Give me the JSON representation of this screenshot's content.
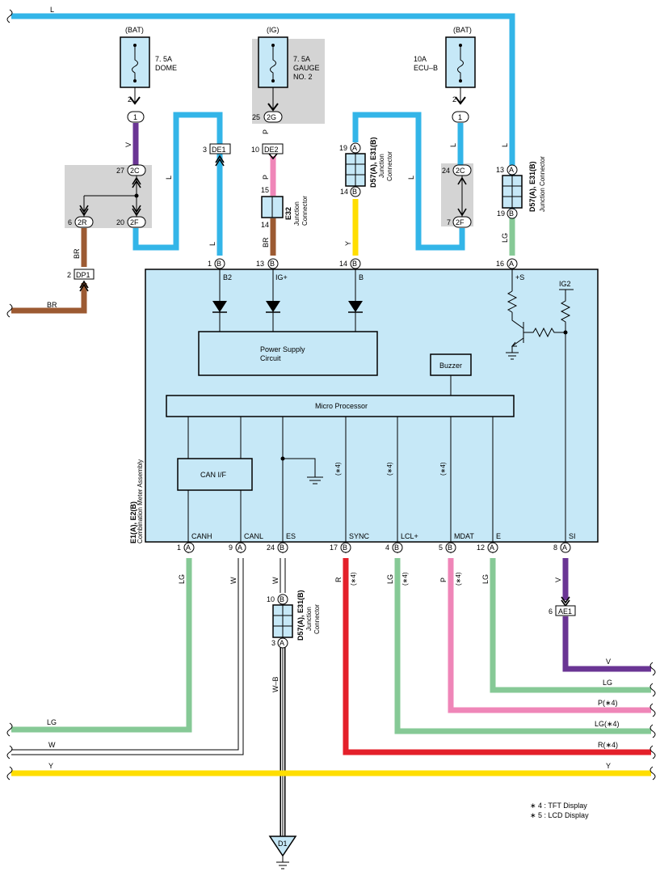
{
  "colors": {
    "L": "#33b5e8",
    "LG": "#86c996",
    "V": "#6a3594",
    "BR": "#9c5a32",
    "P": "#ef86b8",
    "Y": "#ffde00",
    "R": "#e4202a",
    "W": "#ffffff",
    "module": "#c6e8f7",
    "shade": "#d4d4d4"
  },
  "wires": {
    "top_L": "L",
    "left_BR": "BR",
    "dp1_BR": "BR",
    "v1": "V",
    "l_right_of_c": "L",
    "de1_L": "L",
    "ig_P": "P",
    "e32_BR": "BR",
    "jc1_Y": "Y",
    "l_mid": "L",
    "jc2_LG": "LG",
    "right_L": "L",
    "b_LG_canh": "LG",
    "b_W_canl": "W",
    "b_W_es": "W",
    "b_R_sync": "R",
    "b_R_note": "(∗4)",
    "b_LG_lcl": "LG",
    "b_LG_note": "(∗4)",
    "b_P_mdat": "P",
    "b_P_note": "(∗4)",
    "b_LG_e": "LG",
    "b_V_si": "V",
    "wb": "W–B",
    "r_V": "V",
    "r_LG": "LG",
    "r_P": "P(∗4)",
    "r_LG4": "LG(∗4)",
    "r_R4": "R(∗4)",
    "r_Y": "Y",
    "l_LG": "LG",
    "l_W": "W",
    "l_Y": "Y",
    "l_BR": "BR"
  },
  "fuses": {
    "dome": {
      "source": "(BAT)",
      "rating": "7. 5A",
      "name": "DOME",
      "pin": "2",
      "conn": "1"
    },
    "gauge": {
      "source": "(IG)",
      "rating": "7. 5A",
      "name1": "GAUGE",
      "name2": "NO. 2",
      "pin": "25",
      "conn": "2G"
    },
    "ecub": {
      "source": "(BAT)",
      "rating": "10A",
      "name": "ECU–B",
      "pin": "2",
      "conn": "1"
    }
  },
  "connectors": {
    "c2C_left": {
      "pin": "27",
      "label": "2C"
    },
    "c2R": {
      "pin": "6",
      "label": "2R"
    },
    "c2F_left": {
      "pin": "20",
      "label": "2F"
    },
    "dp1": {
      "pin": "2",
      "label": "DP1"
    },
    "de1": {
      "pin": "3",
      "label": "DE1"
    },
    "de2": {
      "pin": "10",
      "label": "DE2"
    },
    "e32": {
      "top": "15",
      "bottom": "14",
      "label": "E32",
      "desc1": "Junction",
      "desc2": "Connector"
    },
    "jc1": {
      "top_pin": "19",
      "top": "A",
      "bottom_pin": "14",
      "bottom": "B",
      "label": "D57(A), E31(B)",
      "desc1": "Junction",
      "desc2": "Connector"
    },
    "c2C_right": {
      "pin": "24",
      "label": "2C"
    },
    "c2F_right": {
      "pin": "7",
      "label": "2F"
    },
    "jc2": {
      "top_pin": "13",
      "top": "A",
      "bottom_pin": "19",
      "bottom": "B",
      "label": "D57(A), E31(B)",
      "desc": "Junction Connector"
    },
    "jc3": {
      "top_pin": "10",
      "top": "B",
      "bottom_pin": "3",
      "bottom": "A",
      "label": "D57(A), E31(B)",
      "desc1": "Junction",
      "desc2": "Connector"
    },
    "ae1": {
      "pin": "6",
      "label": "AE1"
    },
    "d1": {
      "label": "D1"
    }
  },
  "module": {
    "label": "E1(A), E2(B)",
    "desc": "Combination Meter Assembly",
    "top_pins": [
      {
        "num": "1",
        "conn": "B",
        "name": "B2"
      },
      {
        "num": "13",
        "conn": "B",
        "name": "IG+"
      },
      {
        "num": "14",
        "conn": "B",
        "name": "B"
      },
      {
        "num": "16",
        "conn": "A",
        "name": "+S"
      }
    ],
    "ig2": "IG2",
    "power_supply1": "Power Supply",
    "power_supply2": "Circuit",
    "buzzer": "Buzzer",
    "micro": "Micro Processor",
    "can_if": "CAN I/F",
    "note4": "(∗4)",
    "bottom_pins": [
      {
        "num": "1",
        "conn": "A",
        "name": "CANH"
      },
      {
        "num": "9",
        "conn": "A",
        "name": "CANL"
      },
      {
        "num": "24",
        "conn": "B",
        "name": "ES"
      },
      {
        "num": "17",
        "conn": "B",
        "name": "SYNC"
      },
      {
        "num": "4",
        "conn": "B",
        "name": "LCL+"
      },
      {
        "num": "5",
        "conn": "B",
        "name": "MDAT"
      },
      {
        "num": "12",
        "conn": "A",
        "name": "E"
      },
      {
        "num": "8",
        "conn": "A",
        "name": "SI"
      }
    ]
  },
  "notes": {
    "n4": "∗ 4 : TFT Display",
    "n5": "∗ 5 : LCD Display"
  }
}
